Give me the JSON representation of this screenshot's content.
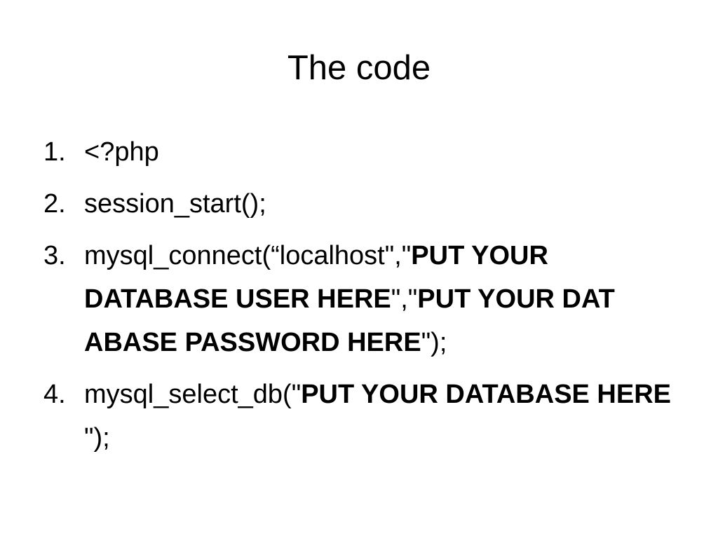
{
  "slide": {
    "title": "The code",
    "items": [
      {
        "number": "1.",
        "parts": [
          {
            "text": "<?php",
            "bold": false
          }
        ]
      },
      {
        "number": "2.",
        "parts": [
          {
            "text": "session_start();",
            "bold": false
          }
        ]
      },
      {
        "number": "3.",
        "parts": [
          {
            "text": "mysql_connect(“localhost\",\"",
            "bold": false
          },
          {
            "text": "PUT YOUR DATABASE USER HERE",
            "bold": true
          },
          {
            "text": "\",\"",
            "bold": false
          },
          {
            "text": "PUT YOUR DAT ABASE PASSWORD HERE",
            "bold": true
          },
          {
            "text": "\");",
            "bold": false
          }
        ]
      },
      {
        "number": "4.",
        "parts": [
          {
            "text": "mysql_select_db(\"",
            "bold": false
          },
          {
            "text": "PUT YOUR DATABASE HERE ",
            "bold": true
          },
          {
            "text": "\");",
            "bold": false
          }
        ]
      }
    ]
  }
}
